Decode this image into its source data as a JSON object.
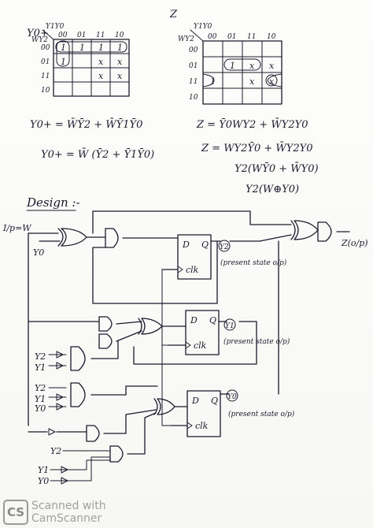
{
  "kmap_left": {
    "title": "Y0+",
    "corner_top": "Y1Y0",
    "corner_left": "WY2",
    "col_headers": [
      "00",
      "01",
      "11",
      "10"
    ],
    "row_headers": [
      "00",
      "01",
      "11",
      "10"
    ],
    "cells": [
      [
        "1",
        "1",
        "1",
        "1"
      ],
      [
        "1",
        "",
        "x",
        "x"
      ],
      [
        "",
        "",
        "x",
        "x"
      ],
      [
        "",
        "",
        "",
        ""
      ]
    ]
  },
  "kmap_right": {
    "title": "Z",
    "corner_top": "Y1Y0",
    "corner_left": "WY2",
    "col_headers": [
      "00",
      "01",
      "11",
      "10"
    ],
    "row_headers": [
      "00",
      "01",
      "11",
      "10"
    ],
    "cells": [
      [
        "",
        "",
        "",
        ""
      ],
      [
        "",
        "1",
        "x",
        "x"
      ],
      [
        "1",
        "",
        "x",
        "x"
      ],
      [
        "",
        "",
        "",
        ""
      ]
    ]
  },
  "equations_left": [
    "Y0+ = W̄Ȳ2 + W̄Ȳ1Ȳ0",
    "Y0+ = W̄ (Ȳ2 + Ȳ1Ȳ0)"
  ],
  "equations_right": [
    "Z = Ȳ0WY2 + W̄Y2Y0",
    "Z = WY2Ȳ0 + W̄Y2Y0",
    "Y2(WȲ0 + W̄Y0)",
    "Y2(W⊕Y0)"
  ],
  "design": {
    "heading": "Design :-",
    "input_label": "I/p=W",
    "output_label": "Z(o/p)",
    "ff_d": "D",
    "ff_q": "Q",
    "ff_clk": "clk",
    "flipflops": [
      {
        "q_label": "Y2",
        "note": "(present state o/p)"
      },
      {
        "q_label": "Y1",
        "note": "(present state o/p)"
      },
      {
        "q_label": "Y0",
        "note": "(present state o/p)"
      }
    ],
    "signal_labels": [
      "Y0",
      "Y2",
      "Y1",
      "Y2",
      "Y1",
      "Y0",
      "Y2",
      "Y1",
      "Y0"
    ]
  },
  "watermark": {
    "line1": "Scanned with",
    "line2": "CamScanner",
    "logo": "CS"
  }
}
